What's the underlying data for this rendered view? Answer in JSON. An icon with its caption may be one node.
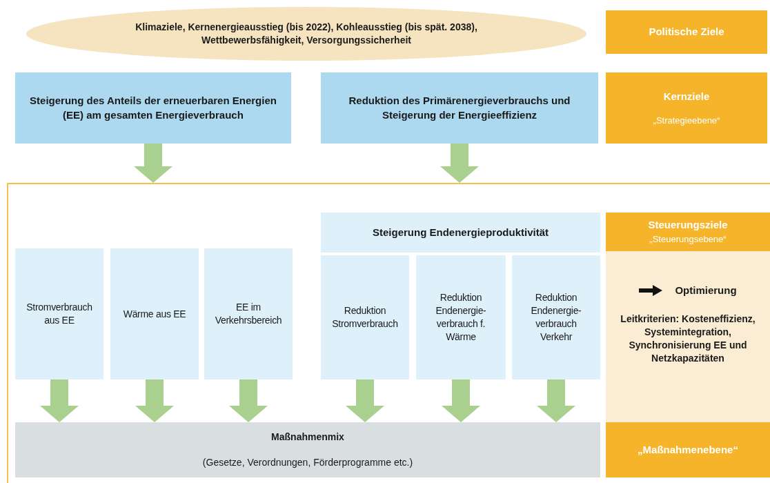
{
  "diagram": {
    "nodes": [
      {
        "text": [
          "Klimaziele, Kernenergieausstieg (bis 2022), Kohleausstieg (bis spät. 2038), Wettbewerbsfähigkeit, Versorgungssicherheit"
        ]
      },
      {
        "text": [
          "Politische Ziele"
        ]
      },
      {
        "text": [
          "Steigerung des Anteils der erneuerbaren Energien (EE) am gesamten Energieverbrauch"
        ]
      },
      {
        "text": [
          "Reduktion des Primärenergieverbrauchs und Steigerung der Energieeffizienz"
        ]
      },
      {
        "text": [
          "Kernziele",
          "„Strategieebene“"
        ]
      },
      {
        "text": [],
        "shape": "box"
      },
      {
        "text": [
          "Stromverbrauch aus EE"
        ],
        "in": 5
      },
      {
        "text": [
          "Wärme aus EE"
        ],
        "in": 5
      },
      {
        "text": [
          "EE im Verkehrsbereich"
        ],
        "in": 5
      },
      {
        "text": [
          "Steigerung Endenergieproduktivität"
        ],
        "in": 5
      },
      {
        "text": [
          "Reduktion Stromverbrauch"
        ],
        "in": 5
      },
      {
        "text": [
          "Reduktion Endenergie-verbrauch f. Wärme"
        ],
        "in": 5
      },
      {
        "text": [
          "Reduktion Endenergie-verbrauch Verkehr"
        ],
        "in": 5
      },
      {
        "text": [
          "Maßnahmenmix",
          "(Gesetze, Verordnungen, Förderprogramme etc.)"
        ],
        "in": 5
      },
      {
        "text": [
          "Steuerungsziele",
          "„Steuerungsebene“"
        ],
        "in": 5
      },
      {
        "text": [
          "Optimierung",
          "Leitkriterien: Kosteneffizienz, Systemintegration, Synchronisierung EE und Netzkapazitäten"
        ],
        "in": 5
      },
      {
        "text": [
          "„Maßnahmenebene“"
        ],
        "in": 5
      }
    ],
    "edges": [
      {
        "from": 2,
        "to": 5,
        "arrow": "to"
      },
      {
        "from": 3,
        "to": 5,
        "arrow": "to"
      },
      {
        "from": 6,
        "to": 13,
        "arrow": "to"
      },
      {
        "from": 7,
        "to": 13,
        "arrow": "to"
      },
      {
        "from": 8,
        "to": 13,
        "arrow": "to"
      },
      {
        "from": 10,
        "to": 13,
        "arrow": "to"
      },
      {
        "from": 11,
        "to": 13,
        "arrow": "to"
      },
      {
        "from": 12,
        "to": 13,
        "arrow": "to"
      }
    ]
  }
}
